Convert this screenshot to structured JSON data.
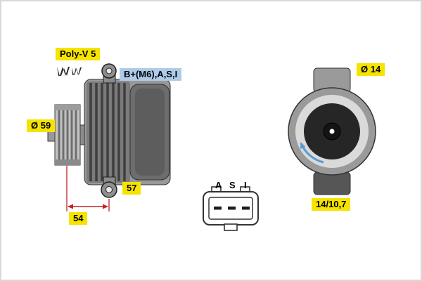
{
  "side_view": {
    "belt_type_label": "Poly-V 5",
    "pulley_diameter_label": "Ø 59",
    "terminal_label": "B+(M6),A,S,I",
    "mounting_hole_label": "57",
    "dimension_label": "54"
  },
  "connector": {
    "pins": [
      "A",
      "S",
      "I"
    ]
  },
  "rear_view": {
    "hole_diameter_label": "Ø 14",
    "mounting_dimension_label": "14/10,7"
  },
  "colors": {
    "label_yellow": "#f6e300",
    "label_blue": "#adcce8",
    "dimension_red": "#c22222",
    "rotation_arrow_blue": "#5b9bd5"
  }
}
